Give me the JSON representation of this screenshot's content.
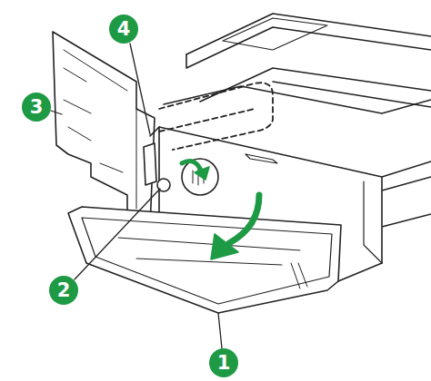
{
  "diagram": {
    "labels": [
      "4",
      "3",
      "2",
      "1"
    ]
  }
}
